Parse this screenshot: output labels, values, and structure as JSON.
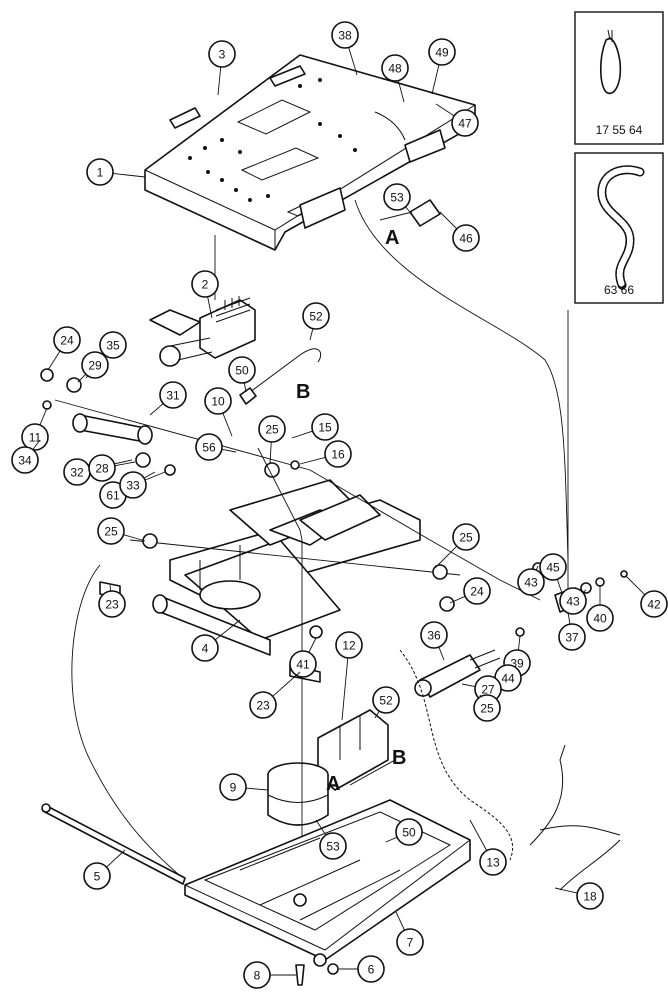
{
  "diagram": {
    "callouts": [
      {
        "id": "c1",
        "label": "1"
      },
      {
        "id": "c2",
        "label": "2"
      },
      {
        "id": "c3",
        "label": "3"
      },
      {
        "id": "c38",
        "label": "38"
      },
      {
        "id": "c48",
        "label": "48"
      },
      {
        "id": "c49",
        "label": "49"
      },
      {
        "id": "c47",
        "label": "47"
      },
      {
        "id": "c53a",
        "label": "53"
      },
      {
        "id": "c46",
        "label": "46"
      },
      {
        "id": "c52a",
        "label": "52"
      },
      {
        "id": "c24a",
        "label": "24"
      },
      {
        "id": "c35",
        "label": "35"
      },
      {
        "id": "c29",
        "label": "29"
      },
      {
        "id": "c50a",
        "label": "50"
      },
      {
        "id": "c31",
        "label": "31"
      },
      {
        "id": "c11",
        "label": "11"
      },
      {
        "id": "c34",
        "label": "34"
      },
      {
        "id": "c10",
        "label": "10"
      },
      {
        "id": "c56",
        "label": "56"
      },
      {
        "id": "c25a",
        "label": "25"
      },
      {
        "id": "c15",
        "label": "15"
      },
      {
        "id": "c16",
        "label": "16"
      },
      {
        "id": "c32",
        "label": "32"
      },
      {
        "id": "c28",
        "label": "28"
      },
      {
        "id": "c61",
        "label": "61"
      },
      {
        "id": "c33",
        "label": "33"
      },
      {
        "id": "c25b",
        "label": "25"
      },
      {
        "id": "c25c",
        "label": "25"
      },
      {
        "id": "c24b",
        "label": "24"
      },
      {
        "id": "c23a",
        "label": "23"
      },
      {
        "id": "c4",
        "label": "4"
      },
      {
        "id": "c41",
        "label": "41"
      },
      {
        "id": "c45",
        "label": "45"
      },
      {
        "id": "c43a",
        "label": "43"
      },
      {
        "id": "c43b",
        "label": "43"
      },
      {
        "id": "c40",
        "label": "40"
      },
      {
        "id": "c42",
        "label": "42"
      },
      {
        "id": "c39",
        "label": "39"
      },
      {
        "id": "c37",
        "label": "37"
      },
      {
        "id": "c36",
        "label": "36"
      },
      {
        "id": "c44",
        "label": "44"
      },
      {
        "id": "c27",
        "label": "27"
      },
      {
        "id": "c25d",
        "label": "25"
      },
      {
        "id": "c12",
        "label": "12"
      },
      {
        "id": "c52b",
        "label": "52"
      },
      {
        "id": "c23b",
        "label": "23"
      },
      {
        "id": "c9",
        "label": "9"
      },
      {
        "id": "c50b",
        "label": "50"
      },
      {
        "id": "c53b",
        "label": "53"
      },
      {
        "id": "c13",
        "label": "13"
      },
      {
        "id": "c18",
        "label": "18"
      },
      {
        "id": "c5",
        "label": "5"
      },
      {
        "id": "c7",
        "label": "7"
      },
      {
        "id": "c8",
        "label": "8"
      },
      {
        "id": "c6",
        "label": "6"
      }
    ],
    "ref_letters": {
      "a_top": "A",
      "b_top": "B",
      "b_mid": "B",
      "a_mid": "A"
    },
    "insets": {
      "strap_caption": "17  55  64",
      "hose_caption": "63  66"
    }
  }
}
